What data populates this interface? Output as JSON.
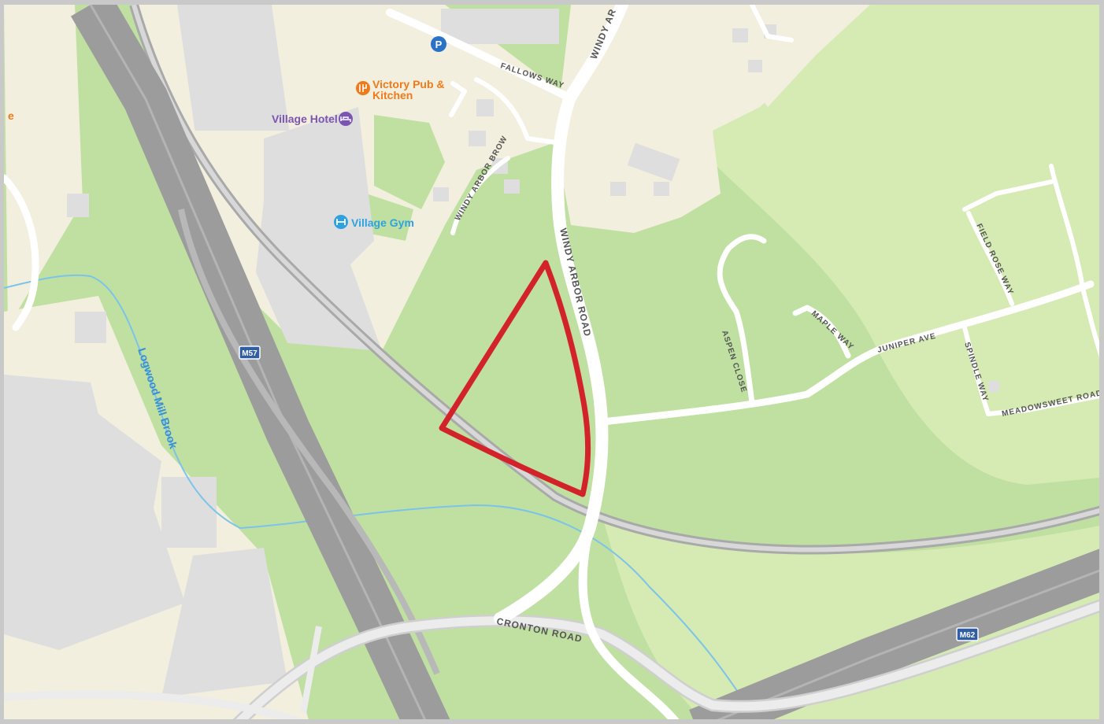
{
  "colors": {
    "park": "#bfe0a0",
    "lightgreen": "#d6eab4",
    "urban": "#f2efdf",
    "building": "#dedede",
    "road": "#ffffff",
    "railway": "#a9a9a9",
    "motorway": "#9c9c9c",
    "water": "#7cc3ea",
    "boundary": "#d2232a",
    "poi_orange": "#f07a1a",
    "poi_purple": "#7b55b0",
    "poi_blue": "#2ea2e0",
    "parking": "#2a72c8",
    "shield": "#2f5ea6"
  },
  "roads": {
    "windy_arbor_top": "WINDY AR",
    "windy_arbor_road": "WINDY ARBOR ROAD",
    "fallows_way": "FALLOWS WAY",
    "windy_arbor_brow": "WINDY ARBOR BROW",
    "cronton_road": "CRONTON ROAD",
    "aspen_close": "ASPEN CLOSE",
    "maple_way": "MAPLE WAY",
    "juniper_ave": "JUNIPER AVE",
    "field_rose_way": "FIELD ROSE WAY",
    "spindle_way": "SPINDLE WAY",
    "meadowsweet_road": "MEADOWSWEET ROAD"
  },
  "pois": {
    "victory_pub_line1": "Victory Pub &",
    "victory_pub_line2": "Kitchen",
    "village_hotel": "Village Hotel",
    "village_gym": "Village Gym",
    "parking": "P",
    "partial_poi": "e"
  },
  "water": {
    "brook": "Logwood Mill Brook"
  },
  "shields": {
    "m57": "M57",
    "m62": "M62"
  },
  "icons": {
    "pub": "restaurant-icon",
    "hotel": "bed-icon",
    "gym": "gym-icon",
    "parking": "parking-icon"
  }
}
